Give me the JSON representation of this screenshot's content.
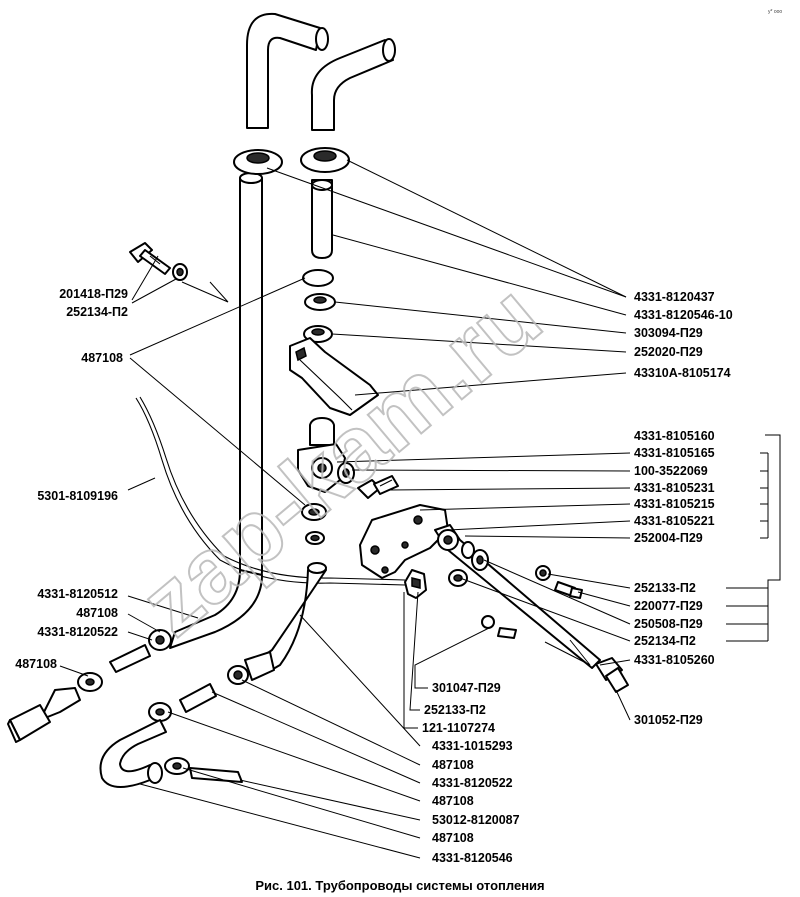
{
  "corner_mark": "y* ooo",
  "watermark": "zap-kam.ru",
  "caption": "Рис. 101. Трубопроводы системы отопления",
  "callouts": {
    "c201418_p29": "201418-П29",
    "c252134_p2_left": "252134-П2",
    "c487108_upper": "487108",
    "c5301_8109196": "5301-8109196",
    "c4331_8120512": "4331-8120512",
    "c487108_a": "487108",
    "c4331_8120522_a": "4331-8120522",
    "c487108_b": "487108",
    "c4331_8120437": "4331-8120437",
    "c4331_8120546_10": "4331-8120546-10",
    "c303094_p29": "303094-П29",
    "c252020_p29": "252020-П29",
    "c43310a_8105174": "43310А-8105174",
    "c4331_8105160": "4331-8105160",
    "c4331_8105165": "4331-8105165",
    "c100_3522069": "100-3522069",
    "c4331_8105231": "4331-8105231",
    "c4331_8105215": "4331-8105215",
    "c4331_8105221": "4331-8105221",
    "c252004_p29": "252004-П29",
    "c252133_p2_right": "252133-П2",
    "c220077_p29": "220077-П29",
    "c250508_p29": "250508-П29",
    "c252134_p2_right": "252134-П2",
    "c4331_8105260": "4331-8105260",
    "c301052_p29": "301052-П29",
    "c301047_p29": "301047-П29",
    "c252133_p2_bottom": "252133-П2",
    "c121_1107274": "121-1107274",
    "c4331_1015293": "4331-1015293",
    "c487108_c": "487108",
    "c4331_8120522_b": "4331-8120522",
    "c487108_d": "487108",
    "c53012_8120087": "53012-8120087",
    "c487108_e": "487108",
    "c4331_8120546": "4331-8120546"
  }
}
